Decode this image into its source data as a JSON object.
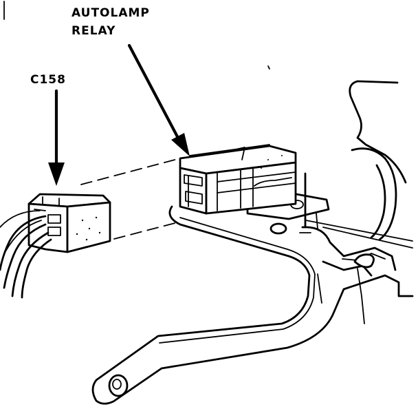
{
  "labels": {
    "relay_line1": "AUTOLAMP",
    "relay_line2": "RELAY",
    "connector": "C158"
  },
  "colors": {
    "ink": "#000000",
    "paper": "#ffffff"
  }
}
